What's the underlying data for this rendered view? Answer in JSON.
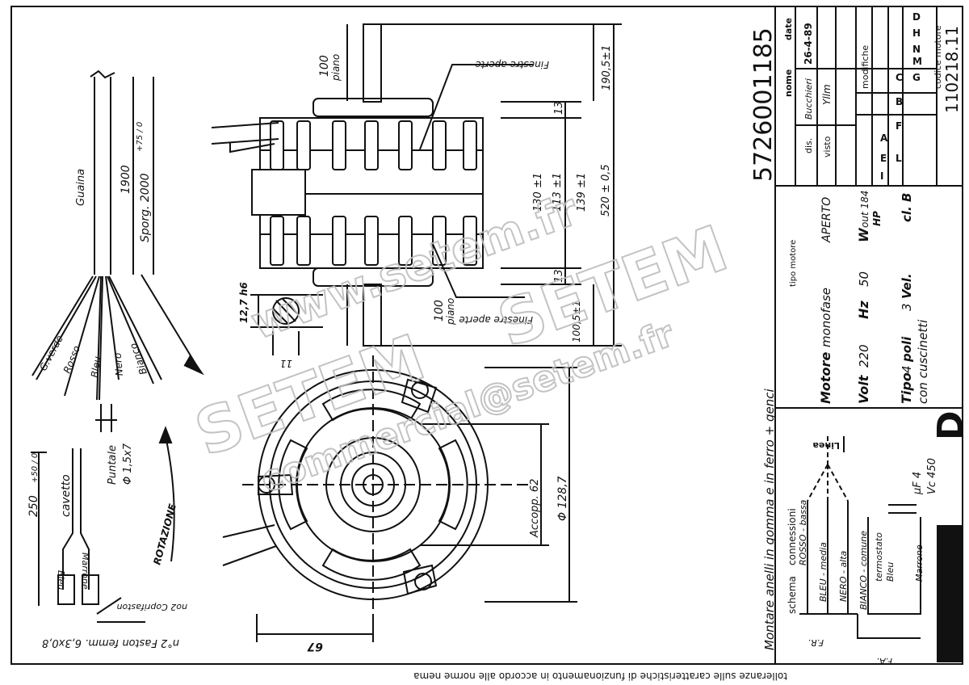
{
  "document": {
    "drawing_number": "5726001185",
    "motor_code_label": "codice motore",
    "motor_code": "110218.11",
    "footer_note": "tolleranze sulle caratteristiche di funzionamento in accordo alle norme nema",
    "mounting_note": "Montare anelli in gomma e in ferro + genci",
    "rotation_label": "ROTAZIONE"
  },
  "title_block": {
    "headers": {
      "nome": "nome",
      "date": "date",
      "dis": "dis.",
      "visto": "visto",
      "modifiche": "modifiche"
    },
    "dis_name": "Bucchieri",
    "date_value": "26-4-89",
    "visto_sign": "Yllm",
    "modifiche_letters": [
      "A",
      "B",
      "C",
      "D",
      "E",
      "F",
      "G",
      "H",
      "I",
      "L",
      "M",
      "N"
    ],
    "motor_type_label": "tipo motore",
    "motore_label": "Motore",
    "motore_value": "monofase",
    "aperto": "APERTO",
    "volt_label": "Volt",
    "volt_value": "220",
    "hz_label": "Hz",
    "hz_value": "50",
    "w_label": "W",
    "w_value": "out 184",
    "hp_label": "HP",
    "tipo_label": "Tipo",
    "poli_value": "4",
    "poli_label": "poli",
    "vel_value": "3",
    "vel_label": "Vel.",
    "cl_label": "cl. B",
    "bearing": "con cuscinetti"
  },
  "connections": {
    "title_schema": "schema",
    "title_connessioni": "connessioni",
    "linea": "Linea",
    "rosso": "ROSSO - bassa",
    "bleu": "BLEU - media",
    "nero": "NERO - alta",
    "bianco": "BIANCO - comune",
    "termostato": "termostato",
    "termostato_bleu": "Bleu",
    "marrone": "Marrone",
    "cap_uf": "μF 4",
    "cap_vc": "Vc 450",
    "fr": "F.R.",
    "fa": "F.A.",
    "brand_fragment": "D"
  },
  "cable": {
    "guaina": "Guaina",
    "length": "1900",
    "sporg": "Sporg. 2000",
    "sporg_tol": "+75 / 0",
    "wires": [
      "G.verde",
      "Rosso",
      "Bleu",
      "Nero",
      "Bianco"
    ],
    "puntale": "Puntale",
    "puntale_dim": "Φ 1,5x7",
    "cavetto_len": "250",
    "cavetto_tol": "+50 / 0",
    "cavetto": "cavetto",
    "wire_bleu": "Bleu",
    "wire_marrone": "Marrone",
    "coprifaston": "no2 Coprifaston",
    "faston": "n°2 Faston femm. 6,3x0,8"
  },
  "dimensions": {
    "d100_top": "100",
    "piano_top": "piano",
    "finestre": "Finestre aperte",
    "d190": "190,5±1",
    "d13": "13",
    "d130": "130 ±1",
    "d113": "113 ±1",
    "d139": "139 ±1",
    "d520": "520 ± 0,5",
    "d100_bottom": "100",
    "piano_bottom": "piano",
    "d1005": "100,5±1",
    "h6": "12,7 h6",
    "d11": "11",
    "diam": "Φ 128,7",
    "accopp": "Accopp. 62",
    "d67": "67"
  },
  "watermark": {
    "site1": "www.setem.fr",
    "brand": "SETEM",
    "email": "commercial@setem.fr"
  }
}
